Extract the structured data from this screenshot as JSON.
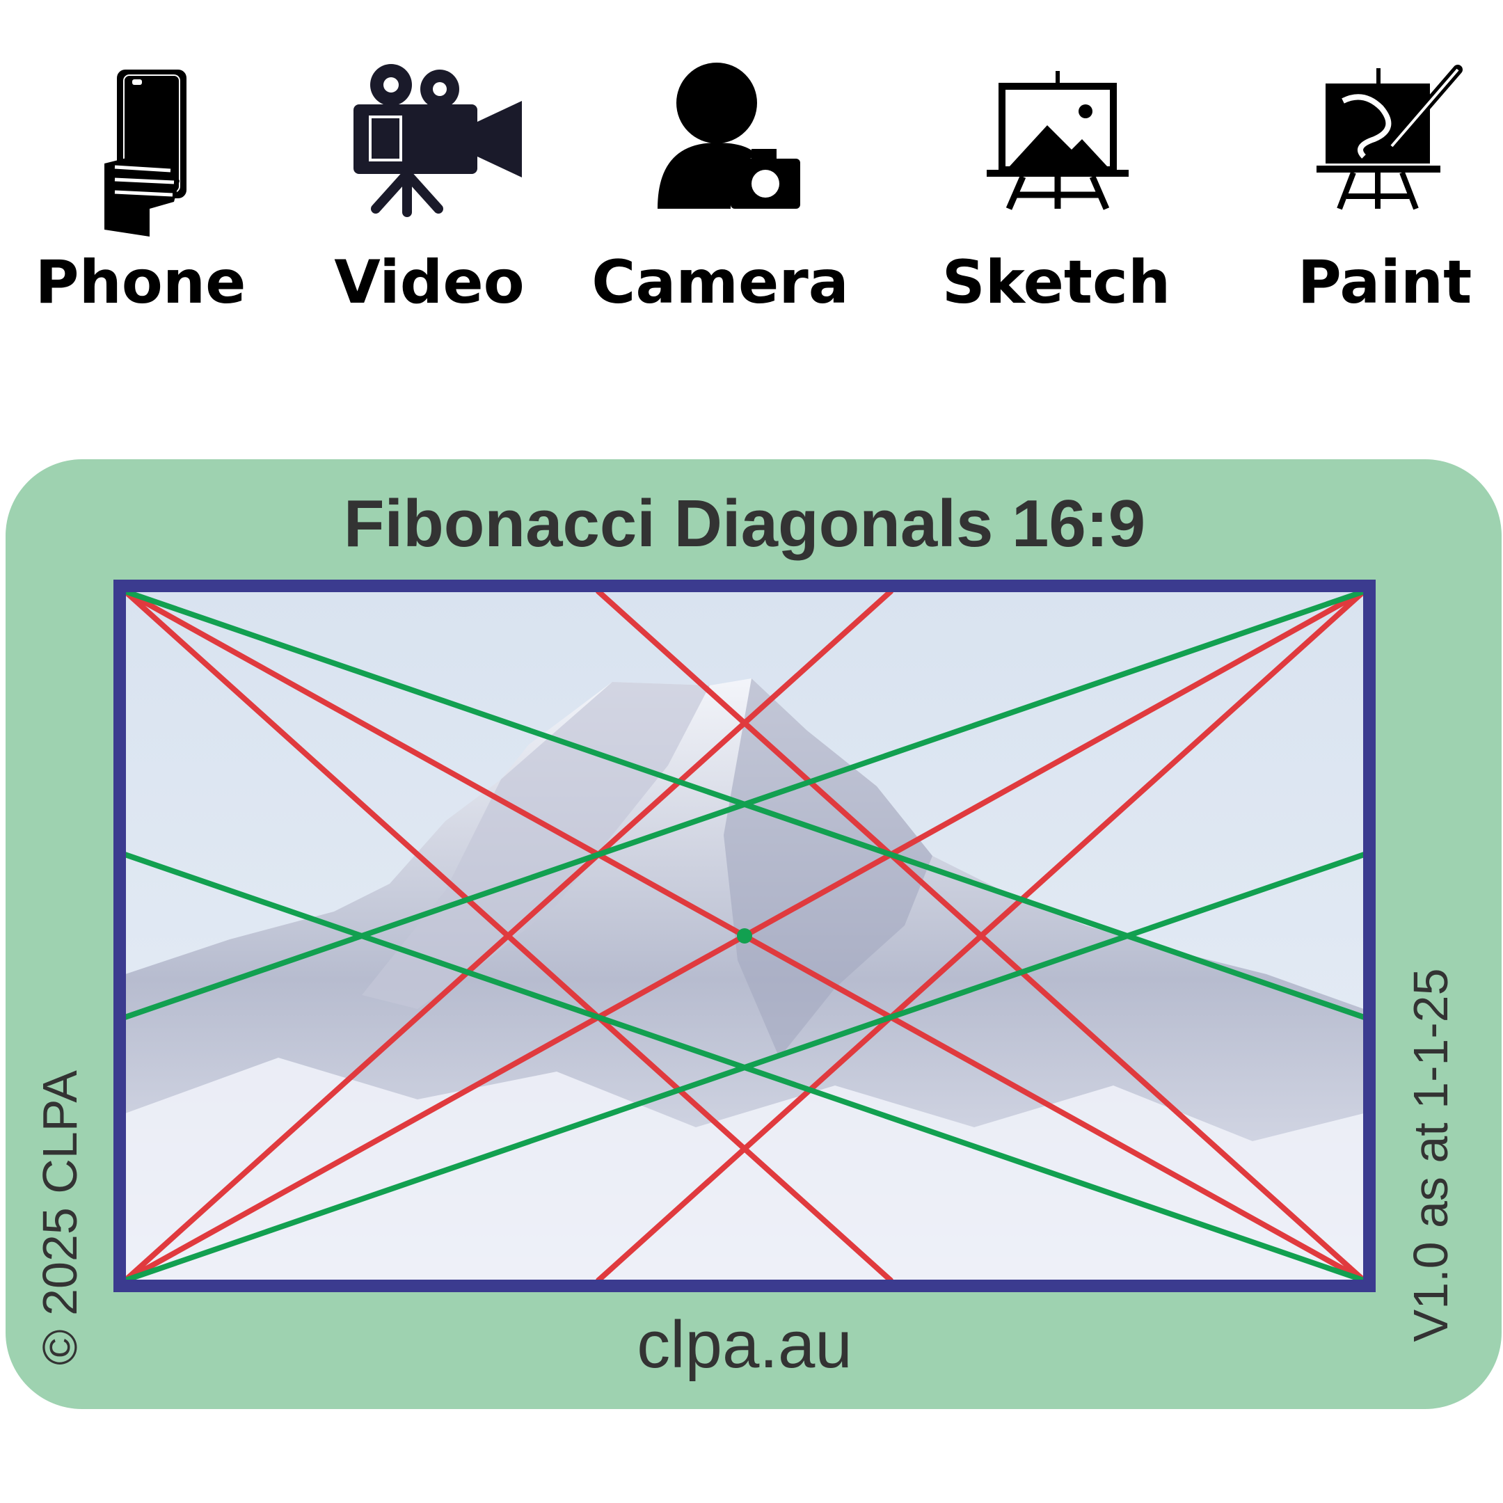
{
  "icons": [
    {
      "label": "Phone",
      "icon": "phone-in-hand-icon"
    },
    {
      "label": "Video",
      "icon": "film-camera-icon"
    },
    {
      "label": "Camera",
      "icon": "photographer-icon"
    },
    {
      "label": "Sketch",
      "icon": "sketch-easel-icon"
    },
    {
      "label": "Paint",
      "icon": "paint-easel-icon"
    }
  ],
  "card": {
    "title": "Fibonacci Diagonals 16:9",
    "footer": "clpa.au",
    "copyright": "© 2025 CLPA",
    "version": "V1.0 as at 1-1-25",
    "frame_ratio": "16:9",
    "fib_fraction": 0.382
  },
  "colors": {
    "card_bg": "#9ed2b0",
    "frame": "#3b3b8f",
    "red_line": "#e03a3e",
    "green_line": "#12a050",
    "sky": "#dde6f2",
    "text": "#333333"
  }
}
